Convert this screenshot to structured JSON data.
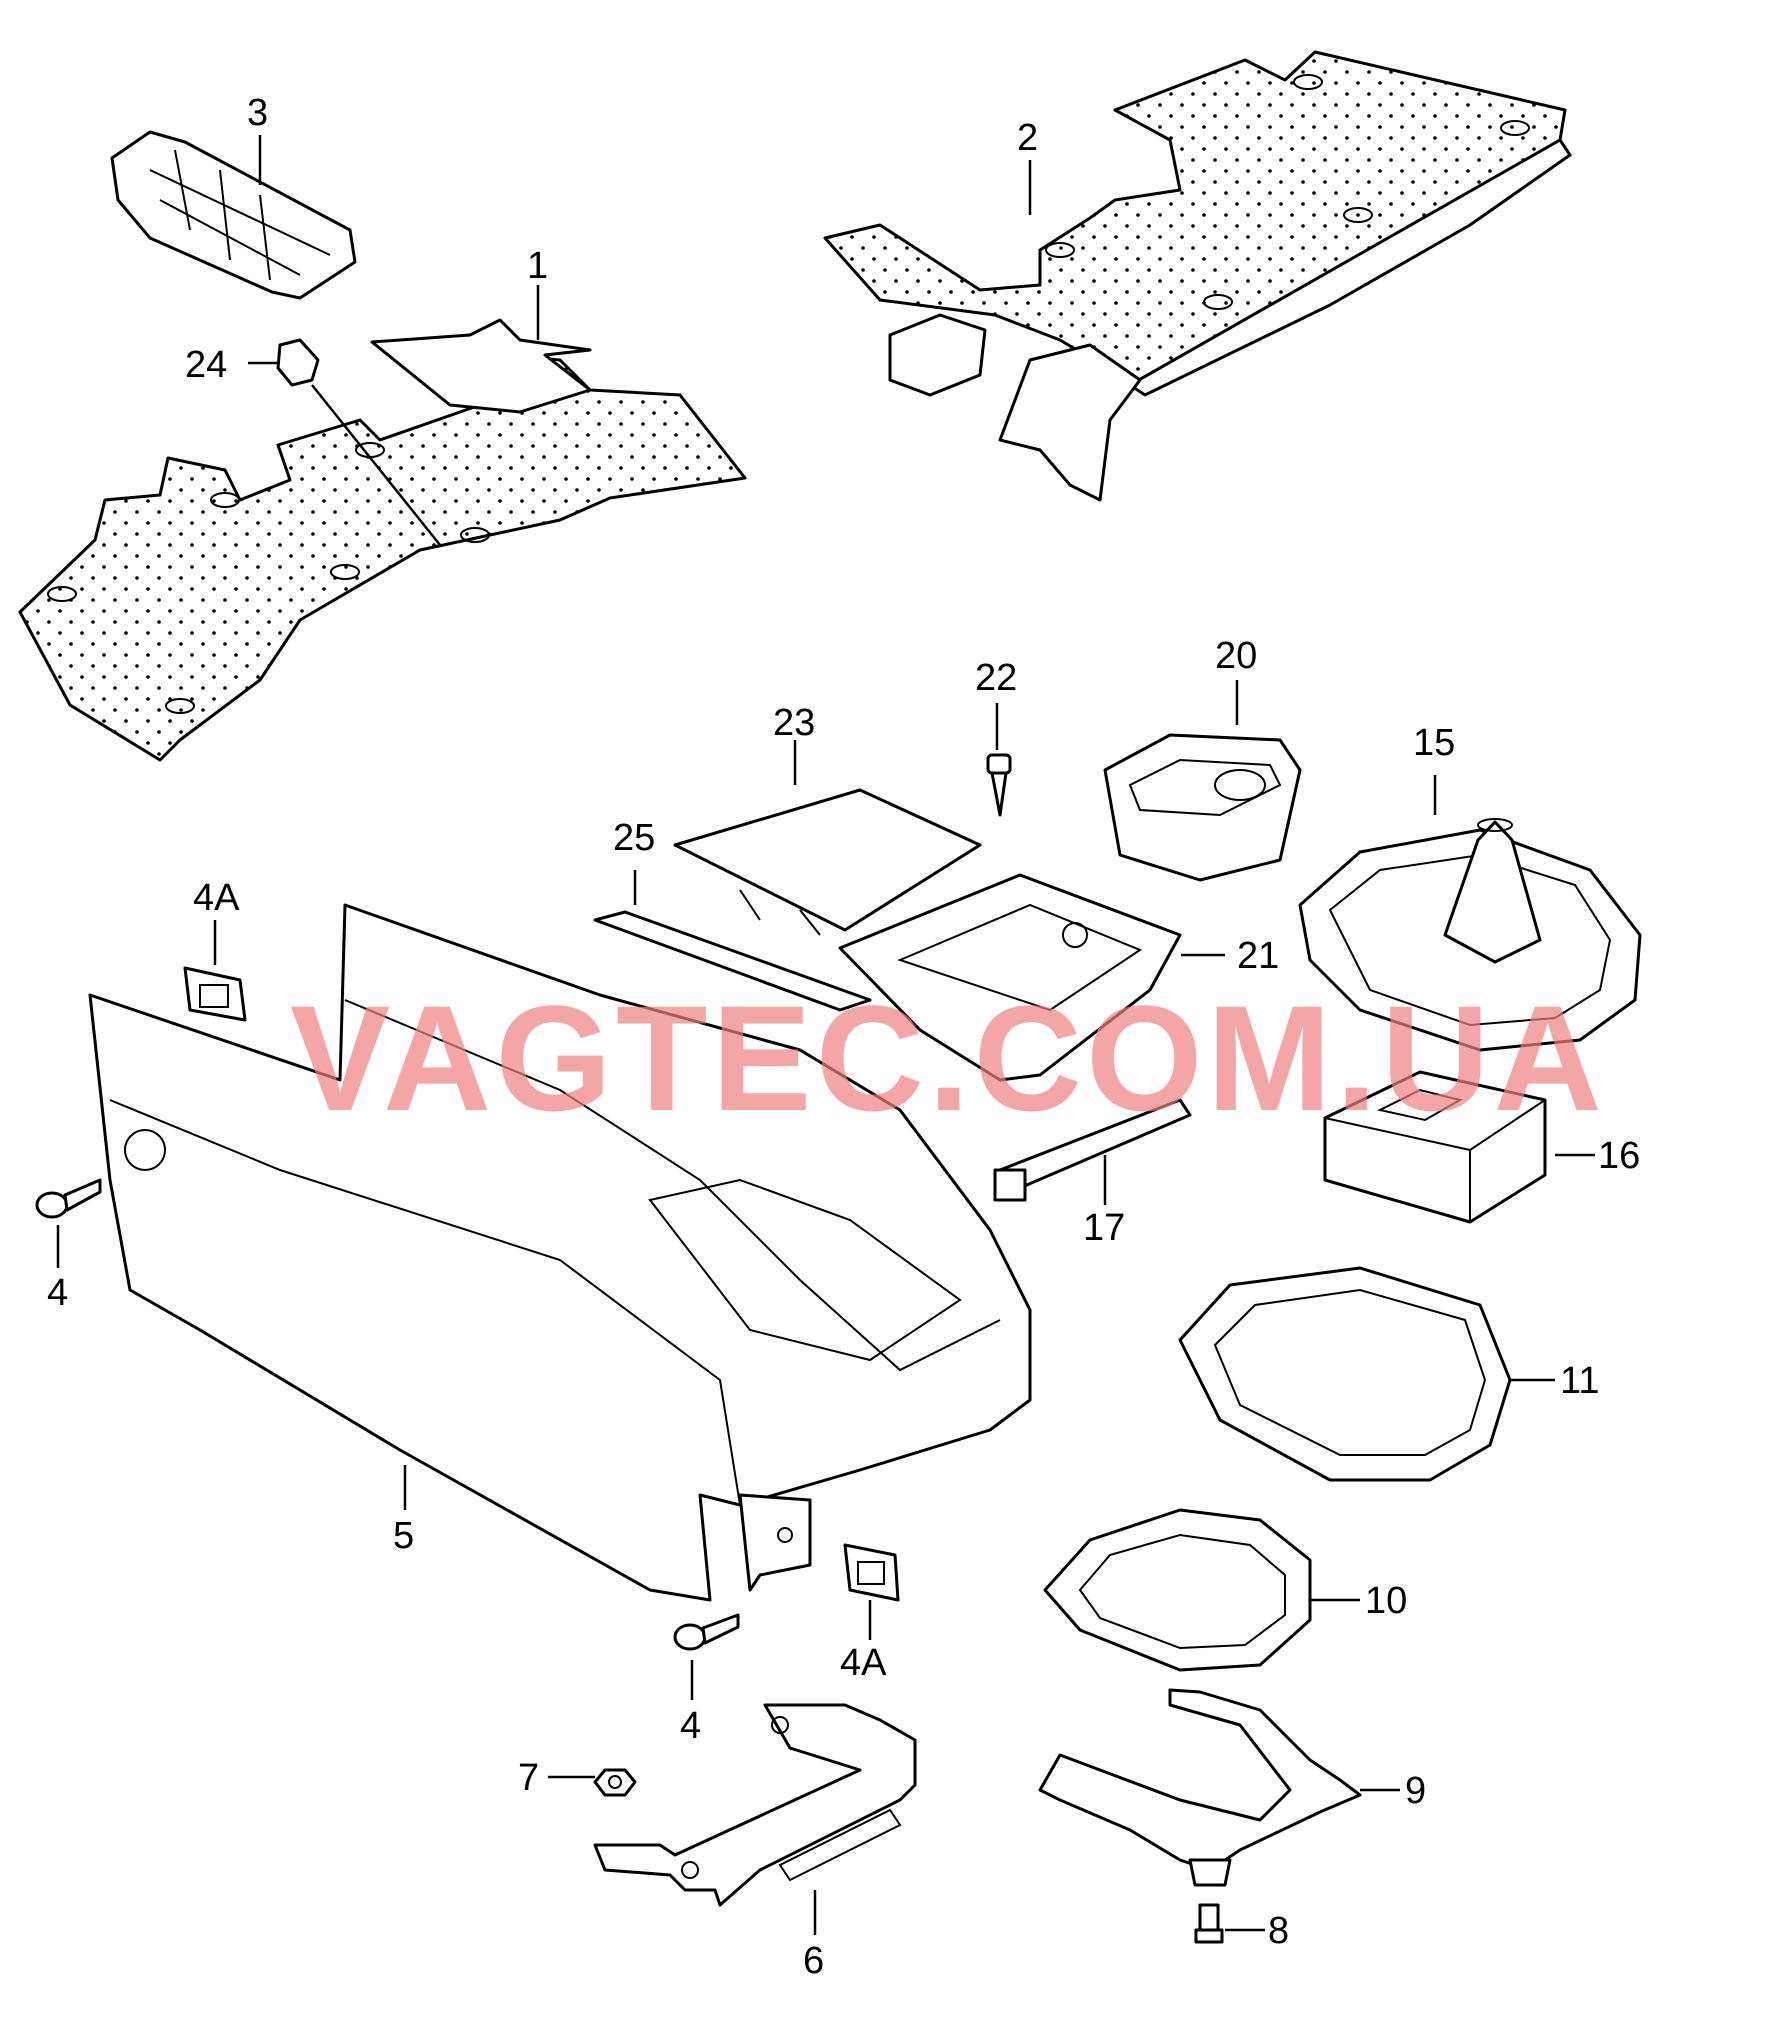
{
  "watermark": "VAGTEC.COM.UA",
  "watermark_color": "#f08080",
  "callouts": {
    "c1": "1",
    "c2": "2",
    "c3": "3",
    "c4a": "4",
    "c4b": "4",
    "c4A_a": "4A",
    "c4A_b": "4A",
    "c5": "5",
    "c6": "6",
    "c7": "7",
    "c8": "8",
    "c9": "9",
    "c10": "10",
    "c11": "11",
    "c15": "15",
    "c16": "16",
    "c17": "17",
    "c20": "20",
    "c21": "21",
    "c22": "22",
    "c23": "23",
    "c24": "24",
    "c25": "25"
  }
}
